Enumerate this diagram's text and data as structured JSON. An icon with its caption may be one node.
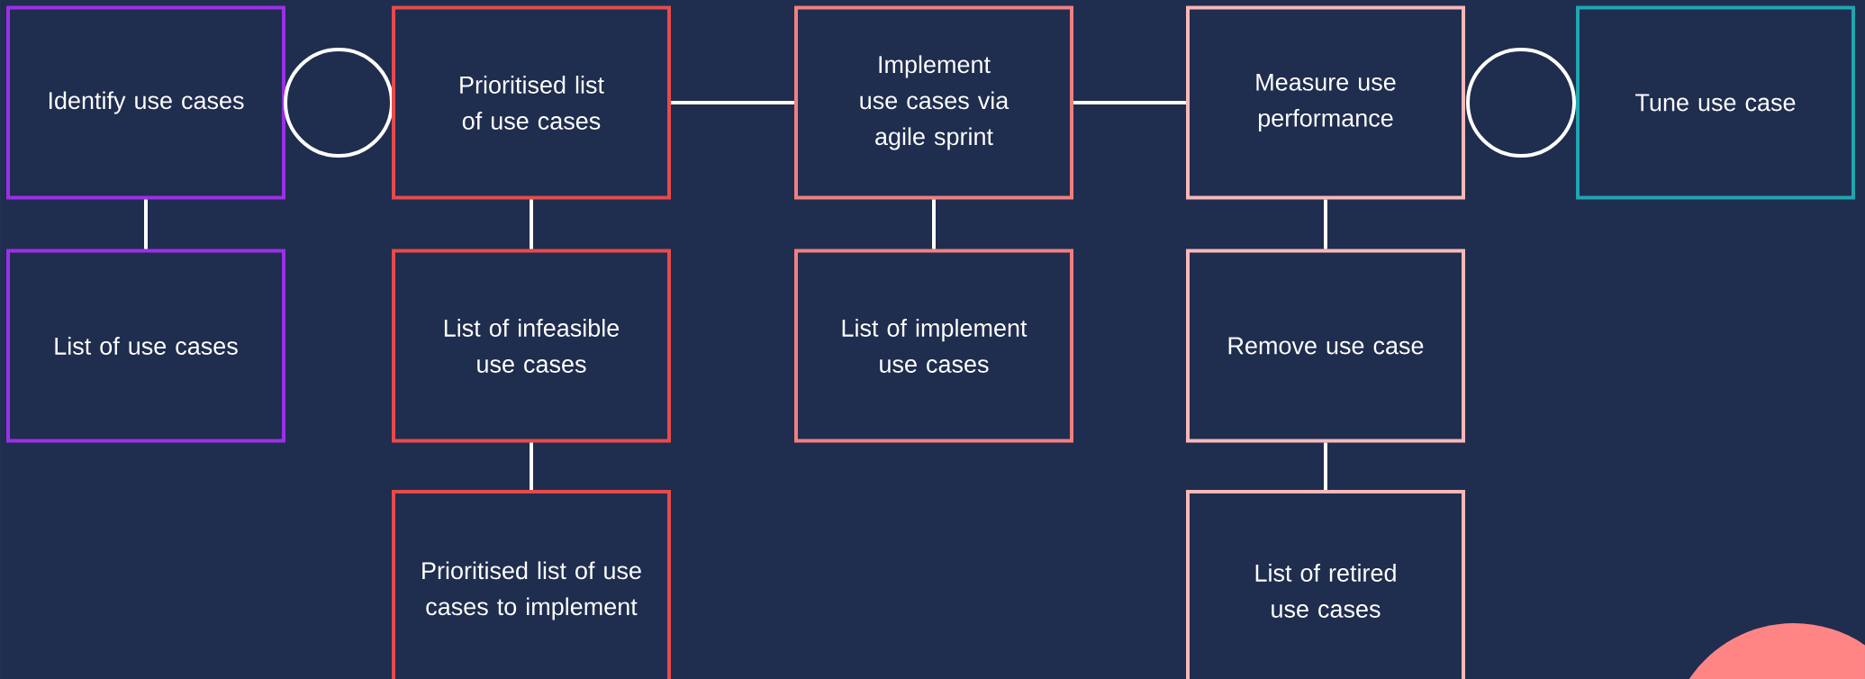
{
  "diagram": {
    "nodes": [
      {
        "text": [
          "Identify use cases"
        ]
      },
      {
        "text": [],
        "shape": "circle"
      },
      {
        "text": [
          "Prioritised list of use cases"
        ]
      },
      {
        "text": [
          "Implement use cases via agile sprint"
        ]
      },
      {
        "text": [
          "Measure use performance"
        ]
      },
      {
        "text": [],
        "shape": "circle"
      },
      {
        "text": [
          "Tune use case"
        ]
      },
      {
        "text": [
          "List of use cases"
        ]
      },
      {
        "text": [
          "List of infeasible use cases"
        ]
      },
      {
        "text": [
          "List of implement use cases"
        ]
      },
      {
        "text": [
          "Remove use case"
        ]
      },
      {
        "text": [
          "Prioritised list of use cases to implement"
        ]
      },
      {
        "text": [
          "List of retired use cases"
        ]
      }
    ],
    "edges": [
      {
        "from": 0,
        "to": 7,
        "arrow": "none"
      },
      {
        "from": 2,
        "to": 8,
        "arrow": "none"
      },
      {
        "from": 8,
        "to": 11,
        "arrow": "none"
      },
      {
        "from": 2,
        "to": 3,
        "arrow": "none"
      },
      {
        "from": 3,
        "to": 9,
        "arrow": "none"
      },
      {
        "from": 3,
        "to": 4,
        "arrow": "none"
      },
      {
        "from": 4,
        "to": 10,
        "arrow": "none"
      },
      {
        "from": 10,
        "to": 12,
        "arrow": "none"
      }
    ]
  }
}
